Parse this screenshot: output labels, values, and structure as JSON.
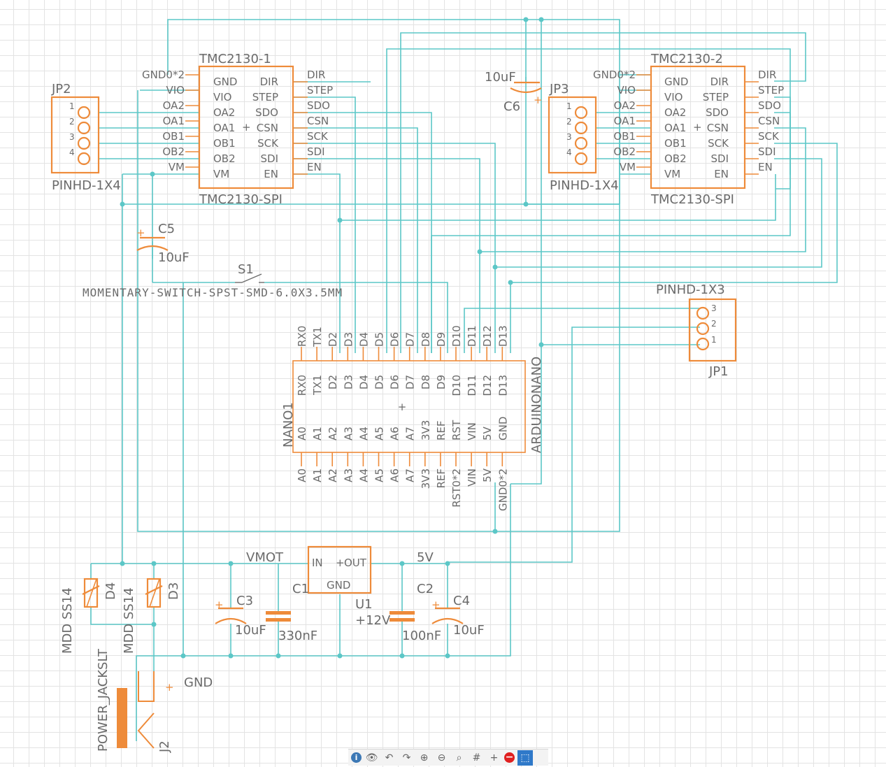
{
  "colors": {
    "wire": "#5cc7c7",
    "part": "#ee8b3a",
    "text": "#6b6b6b",
    "grid": "#e3e3e3"
  },
  "jp2": {
    "name": "JP2",
    "value": "PINHD-1X4",
    "pins": [
      "1",
      "2",
      "3",
      "4"
    ]
  },
  "jp3": {
    "name": "JP3",
    "value": "PINHD-1X4",
    "pins": [
      "1",
      "2",
      "3",
      "4"
    ]
  },
  "jp1": {
    "name": "JP1",
    "value": "PINHD-1X3",
    "pins": [
      "3",
      "2",
      "1"
    ]
  },
  "tmc1": {
    "name": "TMC2130-1",
    "value": "TMC2130-SPI",
    "left_inner": [
      "GND",
      "VIO",
      "OA2",
      "OA1",
      "OB1",
      "OB2",
      "VM"
    ],
    "right_inner": [
      "DIR",
      "STEP",
      "SDO",
      "CSN",
      "SCK",
      "SDI",
      "EN"
    ],
    "left_outer": [
      "GND0*2",
      "VIO",
      "OA2",
      "OA1",
      "OB1",
      "OB2",
      "VM"
    ],
    "right_outer": [
      "DIR",
      "STEP",
      "SDO",
      "CSN",
      "SCK",
      "SDI",
      "EN"
    ]
  },
  "tmc2": {
    "name": "TMC2130-2",
    "value": "TMC2130-SPI",
    "left_inner": [
      "GND",
      "VIO",
      "OA2",
      "OA1",
      "OB1",
      "OB2",
      "VM"
    ],
    "right_inner": [
      "DIR",
      "STEP",
      "SDO",
      "CSN",
      "SCK",
      "SDI",
      "EN"
    ],
    "left_outer": [
      "GND0*2",
      "VIO",
      "OA2",
      "OA1",
      "OB1",
      "OB2",
      "VM"
    ],
    "right_outer": [
      "DIR",
      "STEP",
      "SDO",
      "CSN",
      "SCK",
      "SDI",
      "EN"
    ]
  },
  "nano": {
    "name": "NANO1",
    "value": "ARDUINONANO",
    "top_outer": [
      "RX0",
      "TX1",
      "D2",
      "D3",
      "D4",
      "D5",
      "D6",
      "D7",
      "D8",
      "D9",
      "D10",
      "D11",
      "D12",
      "D13"
    ],
    "top_inner": [
      "RX0",
      "TX1",
      "D2",
      "D3",
      "D4",
      "D5",
      "D6",
      "D7",
      "D8",
      "D9",
      "D10",
      "D11",
      "D12",
      "D13"
    ],
    "bottom_inner": [
      "A0",
      "A1",
      "A2",
      "A3",
      "A4",
      "A5",
      "A6",
      "A7",
      "3V3",
      "REF",
      "RST",
      "VIN",
      "5V",
      "GND"
    ],
    "bottom_outer": [
      "A0",
      "A1",
      "A2",
      "A3",
      "A4",
      "A5",
      "A6",
      "A7",
      "3V3",
      "REF",
      "RST0*2",
      "VIN",
      "5V",
      "GND0*2"
    ]
  },
  "c6": {
    "name": "C6",
    "value": "10uF"
  },
  "c5": {
    "name": "C5",
    "value": "10uF"
  },
  "c3": {
    "name": "C3",
    "value": "10uF"
  },
  "c1": {
    "name": "C1",
    "value": "330nF"
  },
  "c2": {
    "name": "C2",
    "value": "100nF"
  },
  "c4": {
    "name": "C4",
    "value": "10uF"
  },
  "s1": {
    "name": "S1",
    "value": "MOMENTARY-SWITCH-SPST-SMD-6.0X3.5MM"
  },
  "u1": {
    "name": "U1",
    "value": "+12V",
    "pin_in": "IN",
    "pin_out": "OUT",
    "pin_gnd": "GND"
  },
  "d4": {
    "name": "D4",
    "value": "MDD SS14"
  },
  "d3": {
    "name": "D3",
    "value": "MDD SS14"
  },
  "j2": {
    "name": "J2",
    "value": "POWER_JACKSLT"
  },
  "nets": {
    "vmot": "VMOT",
    "v5": "5V",
    "gnd": "GND"
  },
  "toolbar": {
    "items": [
      {
        "name": "info-button",
        "glyph": "i"
      },
      {
        "name": "visibility-button",
        "glyph": "👁"
      },
      {
        "name": "undo-button",
        "glyph": "↶"
      },
      {
        "name": "redo-button",
        "glyph": "↷"
      },
      {
        "name": "zoom-in-button",
        "glyph": "⊕"
      },
      {
        "name": "zoom-out-button",
        "glyph": "⊖"
      },
      {
        "name": "zoom-fit-button",
        "glyph": "⌕"
      },
      {
        "name": "grid-button",
        "glyph": "#"
      },
      {
        "name": "add-button",
        "glyph": "+"
      },
      {
        "name": "delete-button",
        "glyph": "−"
      },
      {
        "name": "select-button",
        "glyph": "⬚"
      }
    ]
  }
}
